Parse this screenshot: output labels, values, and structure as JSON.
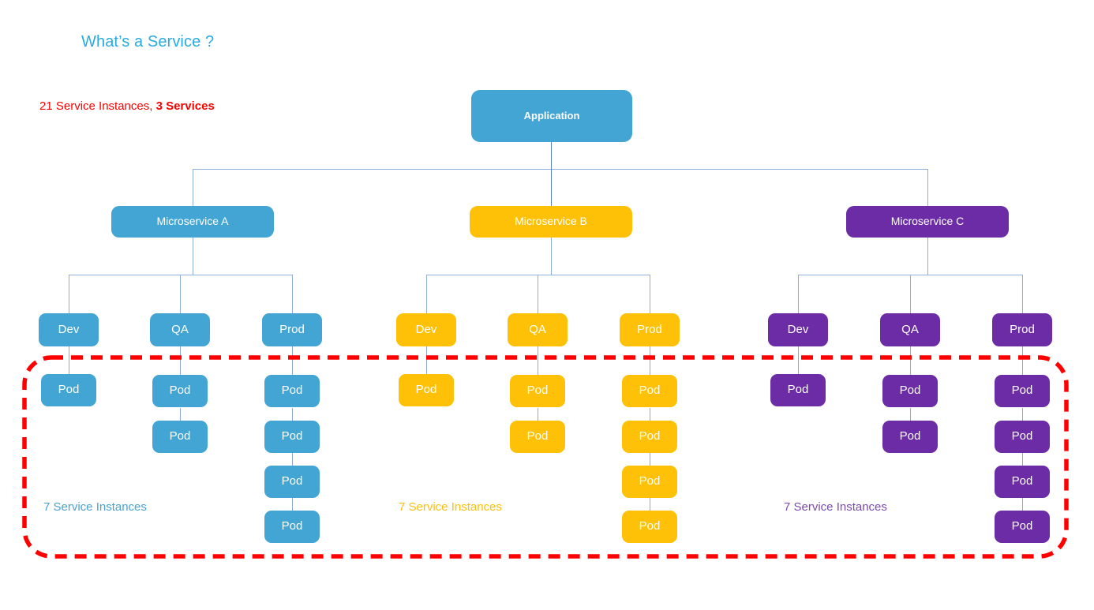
{
  "title": "What’s a Service ?",
  "summary": {
    "prefix": "21 Service Instances, ",
    "emphasis": "3 Services"
  },
  "colors": {
    "title": "#29ABE2",
    "summary": "#FF0000",
    "microservice_a": "#42A5D3",
    "microservice_b": "#FFC107",
    "microservice_c": "#6B2CA5",
    "boundary": "#FF0000",
    "connector": "#5B7FC4"
  },
  "root": {
    "label": "Application",
    "color": "#42A5D3"
  },
  "columns": [
    {
      "id": "a",
      "microservice": "Microservice A",
      "color": "#42A5D3",
      "instances_label": "7 Service Instances",
      "environments": [
        {
          "label": "Dev",
          "pods": [
            "Pod"
          ]
        },
        {
          "label": "QA",
          "pods": [
            "Pod",
            "Pod"
          ]
        },
        {
          "label": "Prod",
          "pods": [
            "Pod",
            "Pod",
            "Pod",
            "Pod"
          ]
        }
      ]
    },
    {
      "id": "b",
      "microservice": "Microservice B",
      "color": "#FFC107",
      "instances_label": "7 Service Instances",
      "environments": [
        {
          "label": "Dev",
          "pods": [
            "Pod"
          ]
        },
        {
          "label": "QA",
          "pods": [
            "Pod",
            "Pod"
          ]
        },
        {
          "label": "Prod",
          "pods": [
            "Pod",
            "Pod",
            "Pod",
            "Pod"
          ]
        }
      ]
    },
    {
      "id": "c",
      "microservice": "Microservice C",
      "color": "#6B2CA5",
      "instances_label": "7 Service Instances",
      "environments": [
        {
          "label": "Dev",
          "pods": [
            "Pod"
          ]
        },
        {
          "label": "QA",
          "pods": [
            "Pod",
            "Pod"
          ]
        },
        {
          "label": "Prod",
          "pods": [
            "Pod",
            "Pod",
            "Pod",
            "Pod"
          ]
        }
      ]
    }
  ],
  "boundary": {
    "name": "service-instances-boundary",
    "style": "red-dashed-rounded-rectangle"
  }
}
